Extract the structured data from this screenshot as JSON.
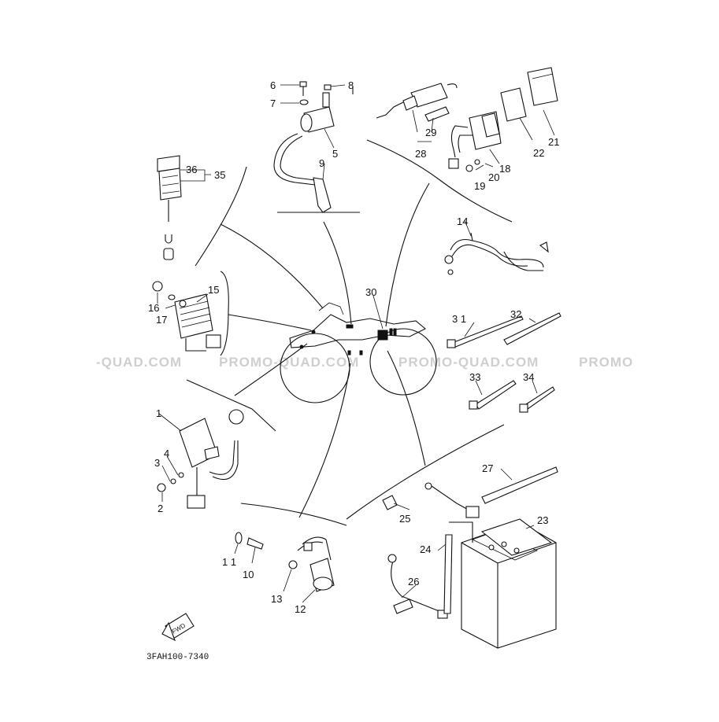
{
  "diagram": {
    "code": "3FAH100-7340",
    "fwd_label": "FWD",
    "watermarks": [
      "-QUAD.COM",
      "PROMO-QUAD.COM",
      "PROMO-QUAD.COM",
      "PROMO"
    ],
    "labels": {
      "p1": "1",
      "p2": "2",
      "p3": "3",
      "p4": "4",
      "p5": "5",
      "p6": "6",
      "p7": "7",
      "p8": "8",
      "p9": "9",
      "p10": "10",
      "p11": "1 1",
      "p12": "12",
      "p13": "13",
      "p14": "14",
      "p15": "15",
      "p16": "16",
      "p17": "17",
      "p18": "18",
      "p19": "19",
      "p20": "20",
      "p21": "21",
      "p22": "22",
      "p23": "23",
      "p24": "24",
      "p25": "25",
      "p26": "26",
      "p27": "27",
      "p28": "28",
      "p29": "29",
      "p30": "30",
      "p31": "3 1",
      "p32": "32",
      "p33": "33",
      "p34": "34",
      "p35": "35",
      "p36": "36"
    }
  }
}
